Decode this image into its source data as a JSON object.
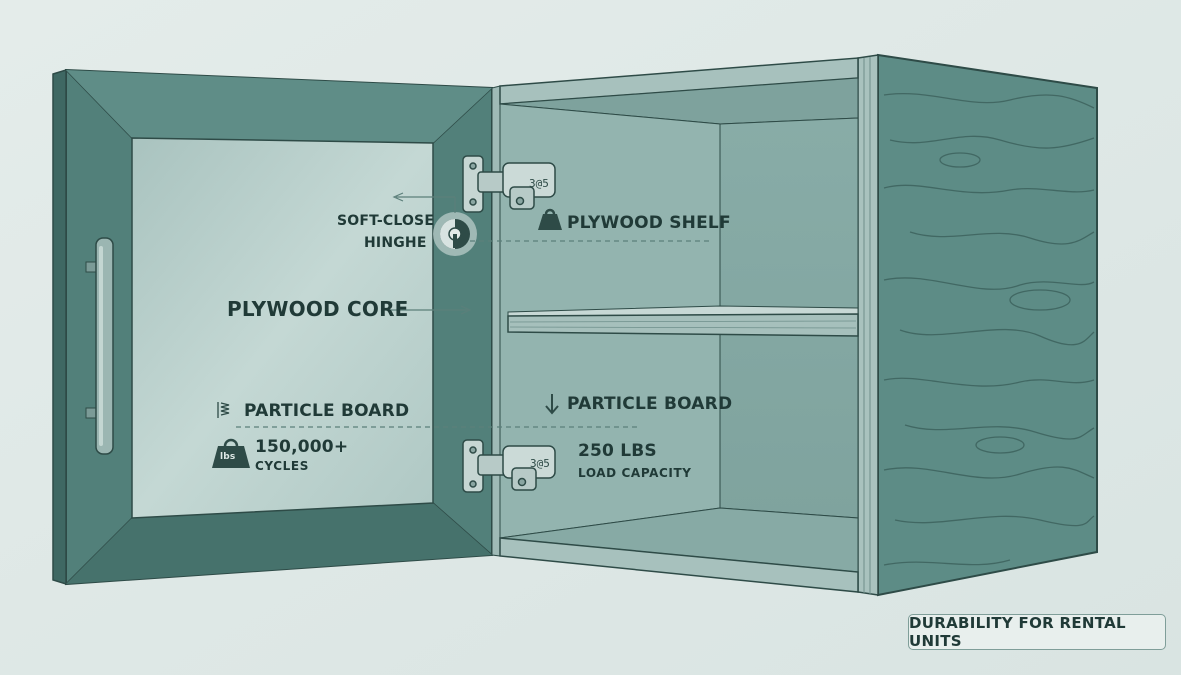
{
  "labels": {
    "soft_close_line1": "SOFT-CLOSE",
    "soft_close_line2": "HINGHE",
    "plywood_shelf": "PLYWOOD SHELF",
    "plywood_core": "PLYWOOD CORE",
    "particle_board_left": "PARTICLE BOARD",
    "particle_board_right": "PARTICLE BOARD",
    "cycles_value": "150,000+",
    "cycles_unit": "CYCLES",
    "load_value": "250 LBS",
    "load_unit": "LOAD CAPACITY",
    "weight_badge": "lbs"
  },
  "badge": {
    "text": "DURABILITY FOR RENTAL UNITS"
  },
  "colors": {
    "background": "#dfe8e6",
    "door_frame": "#52807a",
    "door_panel": "#b6cdc9",
    "cabinet_side": "#5d8c86",
    "cabinet_interior": "#8fb2ad",
    "text": "#203a37"
  }
}
